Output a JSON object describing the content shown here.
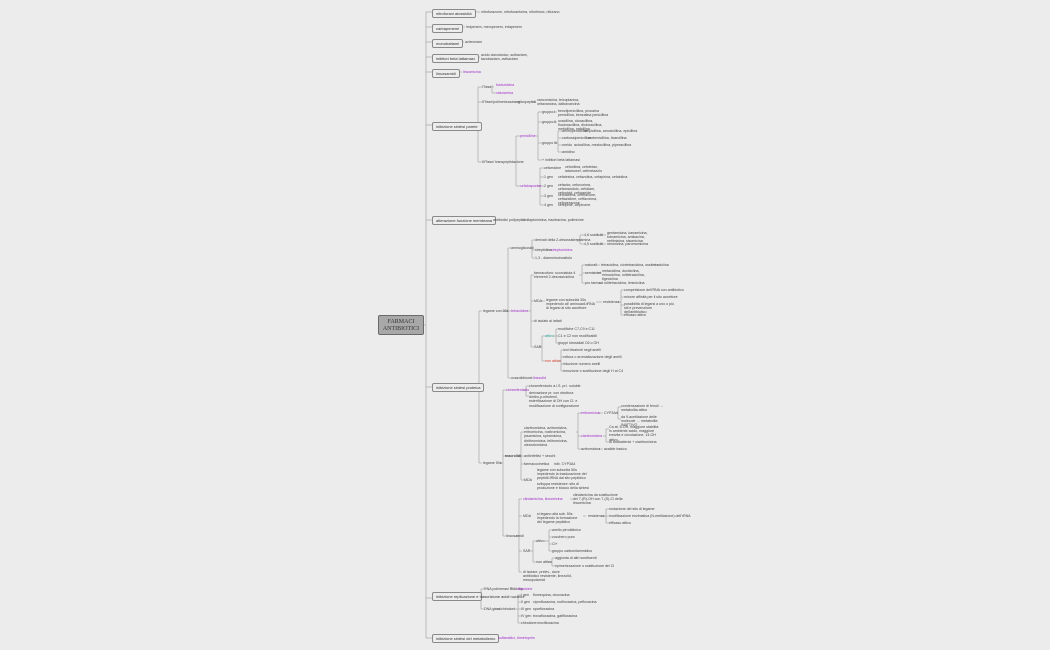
{
  "root": {
    "line1": "FARMACI",
    "line2": "ANTIBIOTICI"
  },
  "colors": {
    "background": "#ececec",
    "accent_purple": "#a02cc8",
    "teal": "#1a9a9a",
    "red": "#d8402a",
    "root_fill": "#a8a8a8"
  },
  "branches": {
    "b1": {
      "label": "nitrofurani atossicità",
      "detail": "nitrofurazone, nitrofurantoina, nifurtimox, nifurano"
    },
    "b2": {
      "label": "carbapenemi",
      "detail": "imipenem, meropenem, ertapenem"
    },
    "b3": {
      "label": "monobattami",
      "detail": "aztreonam"
    },
    "b4": {
      "label": "inibitori beta lattamasi",
      "detail": "acido clavulanico, sulbactam, tazobactam, avibactam"
    },
    "b5": {
      "label": "lincosamidi",
      "detail": "lincomicina"
    },
    "b6": {
      "label": "inibizione sintesi parete",
      "fase1": {
        "label": "I°fase",
        "items": [
          "fosfomicina",
          "cicloserina"
        ]
      },
      "fase2": {
        "label": "II°fase/polimerizzazione",
        "sub": "glicopeptidi",
        "detail": "vancomicina, teicoplanina, oritavancina, dalbavancina"
      },
      "fase3": {
        "label": "III°fase/ transpeptidazione",
        "penicilline": {
          "label": "penicilline",
          "gruppo1": {
            "label": "gruppo I",
            "detail": "benzilpenicillina, procaina penicillina, benzatina penicillina"
          },
          "gruppo2": {
            "label": "gruppo II",
            "detail": "oxacillina, cloxacillina, flucloxacillina, dicloxacillina, meticillina, nafcillina"
          },
          "gruppo3": {
            "label": "gruppo III",
            "items": [
              {
                "label": "aminopenicilline",
                "detail": "ampicillina, amoxicillina, epicillina"
              },
              {
                "label": "carbossipenicilline",
                "detail": "carbenicillina, ticarcillina"
              },
              {
                "label": "ureido",
                "detail": "azlocillina, mezlocillina, piperacillina"
              },
              {
                "label": "amidino",
                "detail": ""
              }
            ]
          },
          "inibitori": "+ inibitori beta lattamasi"
        },
        "cefalosporine": {
          "label": "cefalosporine",
          "items": [
            {
              "label": "cefamicine",
              "detail": "cefoxitina, cefotetan, latamoxef, cefmetazolo"
            },
            {
              "label": "1 gen",
              "detail": "cefalexina, cefazolina, cefapirina, cefalotina"
            },
            {
              "label": "2 gen",
              "detail": "cefaclor, cefuroxima, cefamandolo, cefotiam, cefonicid, ceforanide"
            },
            {
              "label": "3 gen",
              "detail": "cefotaxima, ceftriaxone, ceftazidime, ceftizoxima, cefoperazone"
            },
            {
              "label": "4 gen",
              "detail": "cefepime, cefpirome"
            }
          ]
        }
      }
    },
    "b7": {
      "label": "alterazione funzione membrana",
      "sub": "antibiotici polipeptidici",
      "detail": "daptomicina, bacitracina, polimixine"
    },
    "b8": {
      "label": "inibizione sintesi proteica",
      "s30": {
        "label": "legame con 30s",
        "aminoglicosidi": {
          "label": "aminoglicosidi",
          "derivati": {
            "label": "derivati della 2-desossistreptamina",
            "items": [
              {
                "label": "4,6 sostituiti",
                "detail": "gentamicina, kanamicina, tobramicina, amikacina, netilmicina, sisomicina"
              },
              {
                "label": "4,5 sostituiti",
                "detail": "neomicina, paromomicina"
              }
            ]
          },
          "streptidina": {
            "label": "streptidina",
            "detail": "streptomicina"
          },
          "altro": "1,3 - diamminoinositolo"
        },
        "tetracicline": {
          "label": "tetracicline",
          "farmacofore": {
            "label": "farmacoforo: scorciatoia 4 elementi 2-desossiciclina",
            "items": [
              {
                "label": "naturali",
                "detail": "tetraciclina, clortetraciclina, ossitetraciclina"
              },
              {
                "label": "semisintet.",
                "detail": "metaciclina, doxiciclina, minociclina, rolitetraciclina, tigeciclina"
              },
              {
                "label": "pro farmaci",
                "detail": "rolitetraciclina, limeciclina"
              }
            ]
          },
          "mda": {
            "label": "MDA",
            "desc": "legame con subunità 30s impedendo all' aminoacil-tRNA di legarsi al sito accettore",
            "resistenza": "resistenza",
            "items": [
              "competizione dell'RNA con antibiotico",
              "minore affinità per il sito accettore",
              "possibilità di legarsi a uno o più siti e prevenzione dell'antibiotico",
              "efflusso attivo"
            ]
          },
          "sar_note": "di isolato ai lattati",
          "sar": {
            "label": "SAR",
            "attivo": {
              "label": "attivo",
              "items": [
                "modifiche C7,C9 e C11",
                "C1 e C2 non modificabili",
                "gruppi idrossilati C6 o OH"
              ]
            },
            "non_attivo": {
              "label": "non attivo",
              "items": [
                "ioni bivalenti negli anelli",
                "rottura o aromatizzazione degli anelli",
                "riduzione numero anelli",
                "rimozione o sostituzione degli H al C4"
              ]
            }
          }
        },
        "oxazolidinoni": {
          "label": "oxazolidinoni",
          "detail": "linezolid"
        }
      },
      "s50": {
        "label": "legame 50s",
        "cloramfenicolo": {
          "label": "cloramfenicolo",
          "items": [
            "cloramfenicolo a.l.S. pr.l. soluble",
            "derivazione pr. con struttura dinitro-p-nitrofenil, esterificazione di OH con Cl. e modificazione di configurazione"
          ]
        },
        "macrolidi": {
          "label": "macrolidi",
          "desc": "claritromicina, azitromicina, eritromicina, roxitromicina, josamicina, spiramicina, dirithromicina, telitromicina, oleandomicina",
          "eritromicina": {
            "label": "eritromicina",
            "sub": "CYP3A4",
            "items": [
              "condensazione di fenoli → metabolita attivo",
              "da 9-acetilazione delle molecole → metabolita INATTIVO"
            ]
          },
          "claritromicina": {
            "label": "claritromicina",
            "items": [
              "Ca at. 6-OH, maggiore stabilità in ambiente acido, maggiore emivita e circolazione, 14-OH attivo",
              "di antibatterici + claritromicina"
            ]
          },
          "azitromicina": {
            "label": "azitromicina",
            "detail": "azalide basico"
          },
          "antiinfettivi": "antiinfettivi + secchi",
          "farmacocinetica": {
            "label": "farmacocinetica",
            "detail": "inib. CYP3A4"
          },
          "mda": {
            "label": "MDA",
            "items": [
              "legame con subunità 50s impedendo la traslocazione del peptidil-tRNA dal sito peptidico",
              "sviluppa resistenze: sito di produzione e blocco della sintesi"
            ]
          }
        },
        "lincosamidi": {
          "label": "lincosamidi",
          "agents": {
            "label": "clindamicina, lincomicina",
            "detail": "clindamicina da sostituzione del 7-(R)-OH con 7-(S)-Cl della lincomicina"
          },
          "mda": {
            "label": "MDA",
            "desc": "si legano alla sub. 50s impedendo la formazione del legame peptidico",
            "resistenza": "resistenza",
            "items": [
              "mutazione del sito di legame",
              "modificazione enzimatica (N-metilazione) dell'rRNA",
              "efflusso attivo"
            ]
          },
          "sar": {
            "label": "SAR",
            "attivo": {
              "label": "attivo",
              "items": [
                "anello pirrolidinico",
                "zucchero puro",
                "Cl+",
                "gruppo carbonilammidico"
              ]
            },
            "non_attivo": {
              "label": "non attivo",
              "items": [
                "aggiunta di altri sostituenti",
                "epimerizzazione o sostituzione del Cl"
              ]
            }
          },
          "note": "di isolare, prelev., dove antibiotico resistente, linezolid, mesopotamici"
        }
      }
    },
    "b9": {
      "label": "inibizione replicazione e trascrizione acidi nucleici",
      "rna": {
        "label": "RNA polimerasi RNA dip.",
        "detail": "rifamicine"
      },
      "dna": {
        "label": "DNA girasi",
        "sub": "chinoloni",
        "items": [
          {
            "label": "I gen",
            "detail": "flumequina, cinoxacina"
          },
          {
            "label": "II gen",
            "detail": "ciprofloxacina, norfloxacina, pefloxacina"
          },
          {
            "label": "III gen",
            "detail": "sparfloxacina"
          },
          {
            "label": "IV gen",
            "detail": "trovafloxacina, gatifloxacina"
          },
          {
            "label": "chinolone:",
            "detail": "moxifloxacina"
          }
        ]
      }
    },
    "b10": {
      "label": "inibizione sintesi del metabolismo",
      "detail": "sulfamidici, trimetoprim"
    }
  }
}
